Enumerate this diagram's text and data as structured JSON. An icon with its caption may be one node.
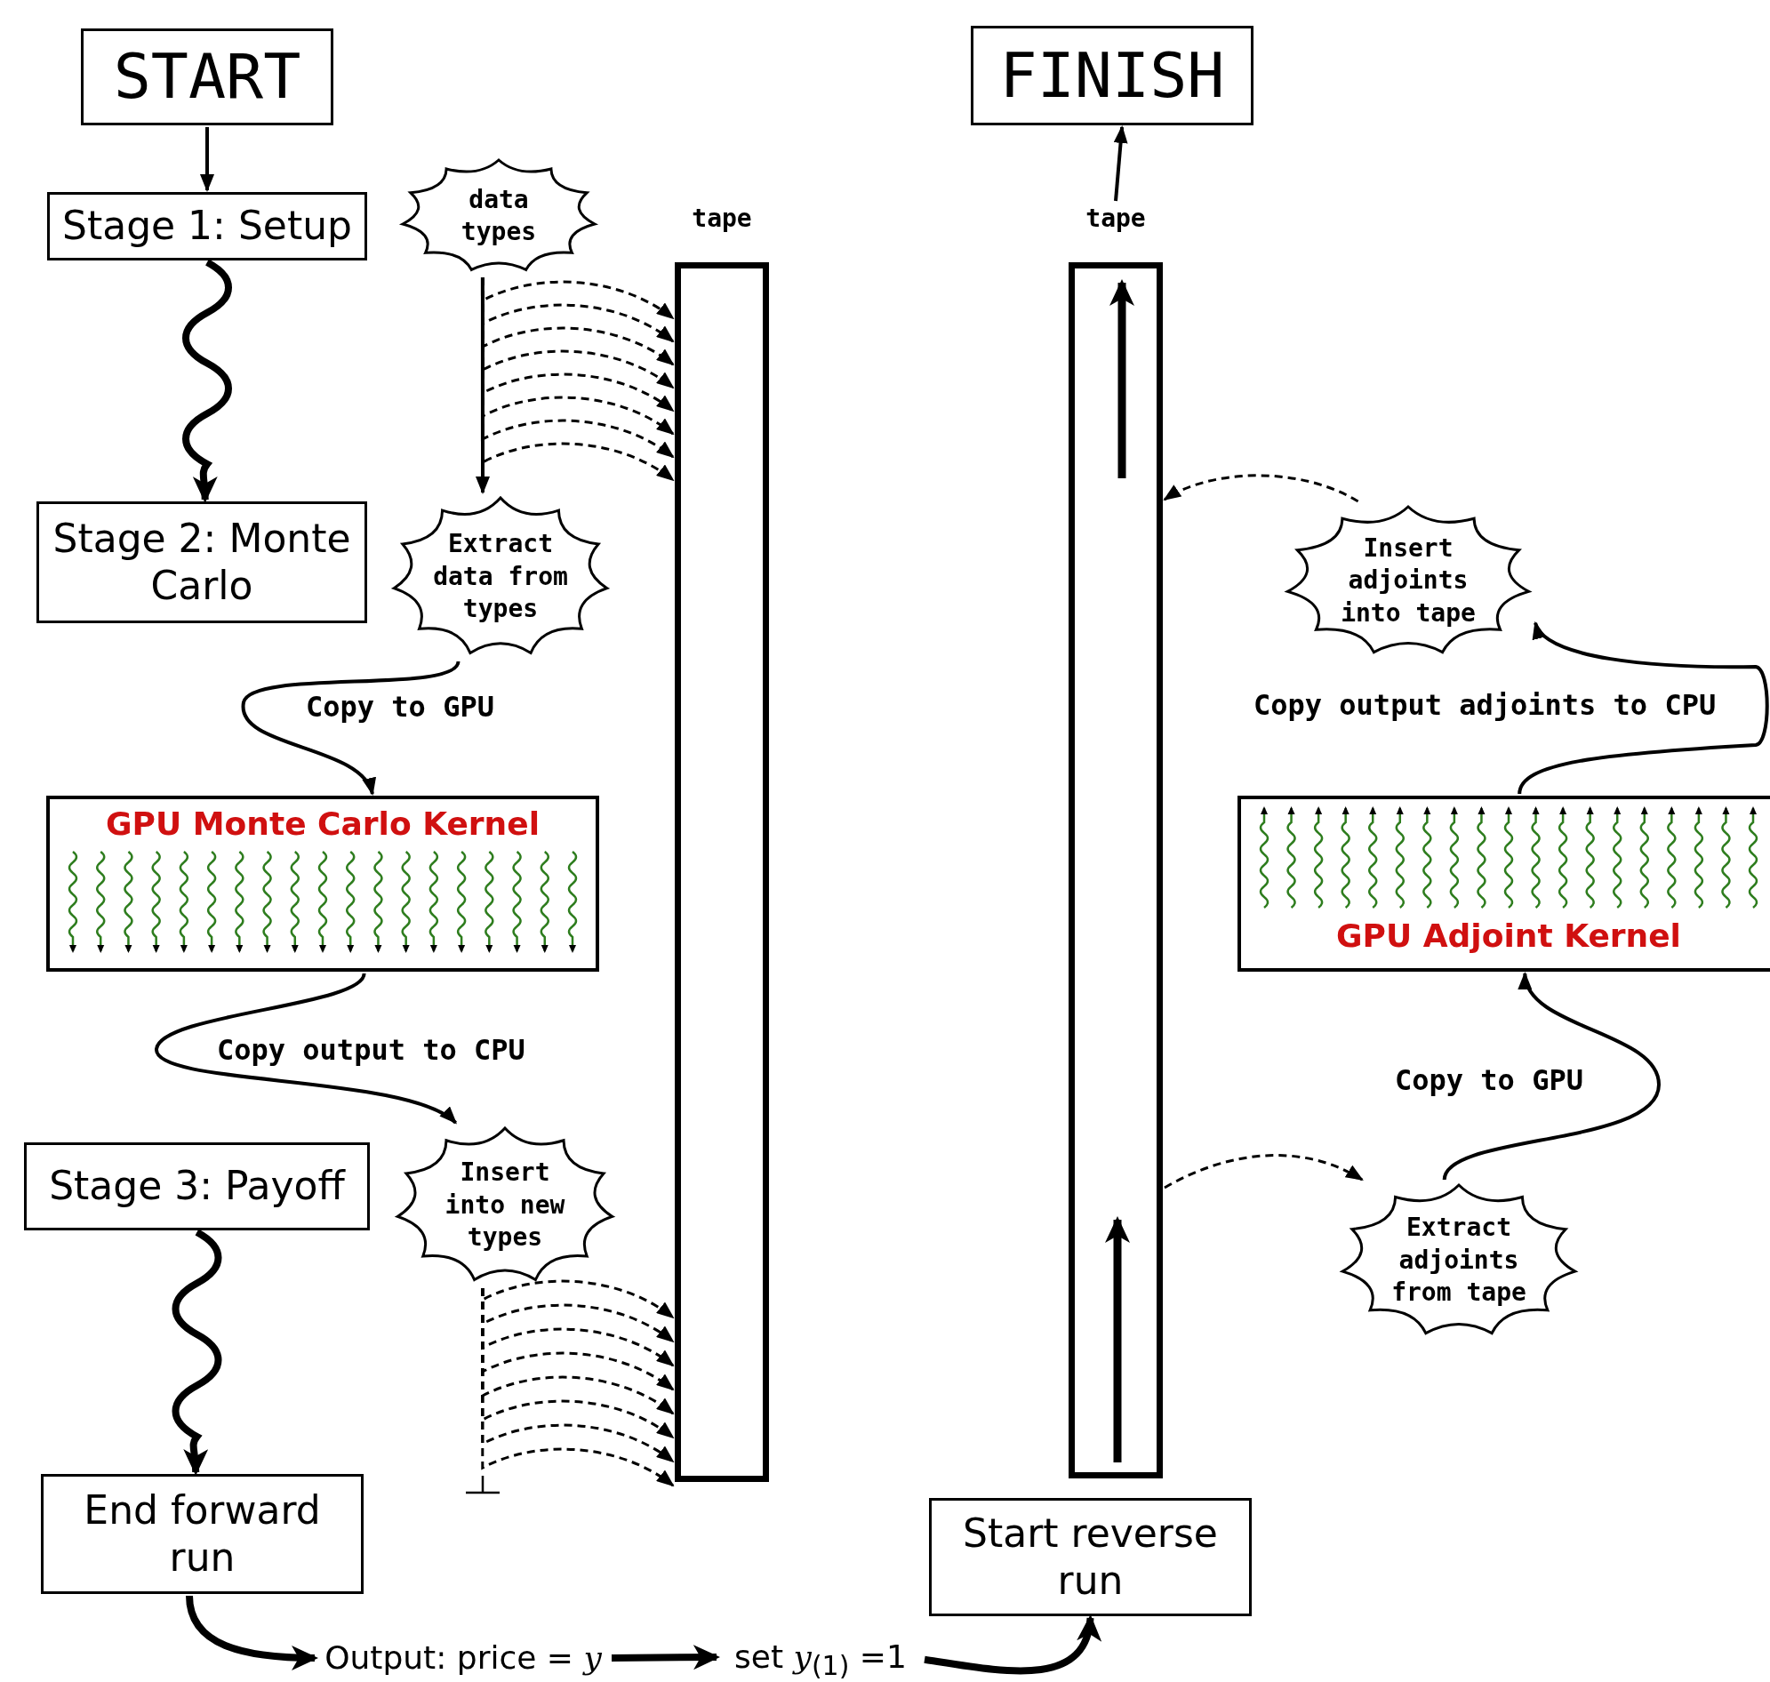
{
  "diagram": {
    "nodes": [
      {
        "text": [
          "START"
        ]
      },
      {
        "text": [
          "Stage 1: Setup"
        ]
      },
      {
        "text": [
          "Stage 2: Monte Carlo"
        ]
      },
      {
        "text": [
          "Stage 3: Payoff"
        ]
      },
      {
        "text": [
          "End forward run"
        ]
      },
      {
        "text": [
          "Output: price = *y*"
        ]
      },
      {
        "text": [
          "set *y*$_{(1)}$ =1"
        ]
      },
      {
        "text": [
          "Start reverse run"
        ]
      },
      {
        "text": [
          "FINISH"
        ]
      },
      {
        "text": [
          "data types"
        ]
      },
      {
        "text": [
          "tape"
        ]
      },
      {
        "text": [
          "Extract data from types"
        ]
      },
      {
        "text": [
          "GPU Monte Carlo Kernel"
        ]
      },
      {
        "text": [
          "Insert into new types"
        ]
      },
      {
        "text": [
          "tape"
        ]
      },
      {
        "text": [
          "Insert adjoints into tape"
        ]
      },
      {
        "text": [
          "GPU Adjoint Kernel"
        ]
      },
      {
        "text": [
          "Extract adjoints from tape"
        ]
      }
    ],
    "edges": [
      {
        "from": 0,
        "to": 1,
        "arrow": "to"
      },
      {
        "from": 1,
        "to": 2,
        "arrow": "to",
        "style": "thick"
      },
      {
        "from": 3,
        "to": 4,
        "arrow": "to",
        "style": "thick"
      },
      {
        "from": 4,
        "to": 5,
        "arrow": "to",
        "style": "thick"
      },
      {
        "from": 5,
        "to": 6,
        "arrow": "to",
        "style": "thick"
      },
      {
        "from": 6,
        "to": 7,
        "arrow": "to",
        "style": "thick"
      },
      {
        "from": 9,
        "to": 11,
        "arrow": "to"
      },
      {
        "from": 9,
        "to": 10,
        "arrow": "to",
        "style": "dashed"
      },
      {
        "from": 9,
        "to": 10,
        "arrow": "to",
        "style": "dashed"
      },
      {
        "from": 9,
        "to": 10,
        "arrow": "to",
        "style": "dashed"
      },
      {
        "from": 9,
        "to": 10,
        "arrow": "to",
        "style": "dashed"
      },
      {
        "from": 9,
        "to": 10,
        "arrow": "to",
        "style": "dashed"
      },
      {
        "from": 9,
        "to": 10,
        "arrow": "to",
        "style": "dashed"
      },
      {
        "from": 9,
        "to": 10,
        "arrow": "to",
        "style": "dashed"
      },
      {
        "from": 9,
        "to": 10,
        "arrow": "to",
        "style": "dashed"
      },
      {
        "from": 11,
        "to": 12,
        "label": "Copy to GPU",
        "arrow": "to"
      },
      {
        "from": 12,
        "to": 13,
        "label": "Copy output to CPU",
        "arrow": "to"
      },
      {
        "from": 13,
        "to": 10,
        "arrow": "to",
        "style": "dashed"
      },
      {
        "from": 13,
        "to": 10,
        "arrow": "to",
        "style": "dashed"
      },
      {
        "from": 13,
        "to": 10,
        "arrow": "to",
        "style": "dashed"
      },
      {
        "from": 13,
        "to": 10,
        "arrow": "to",
        "style": "dashed"
      },
      {
        "from": 13,
        "to": 10,
        "arrow": "to",
        "style": "dashed"
      },
      {
        "from": 13,
        "to": 10,
        "arrow": "to",
        "style": "dashed"
      },
      {
        "from": 13,
        "to": 10,
        "arrow": "to",
        "style": "dashed"
      },
      {
        "from": 13,
        "to": 10,
        "arrow": "to",
        "style": "dashed"
      },
      {
        "from": 14,
        "to": 8,
        "arrow": "to"
      },
      {
        "from": 14,
        "to": 17,
        "arrow": "to",
        "style": "dashed"
      },
      {
        "from": 17,
        "to": 16,
        "label": "Copy to GPU",
        "arrow": "to"
      },
      {
        "from": 16,
        "to": 15,
        "label": "Copy output adjoints to CPU",
        "arrow": "to"
      },
      {
        "from": 15,
        "to": 14,
        "arrow": "to",
        "style": "dashed"
      }
    ]
  }
}
